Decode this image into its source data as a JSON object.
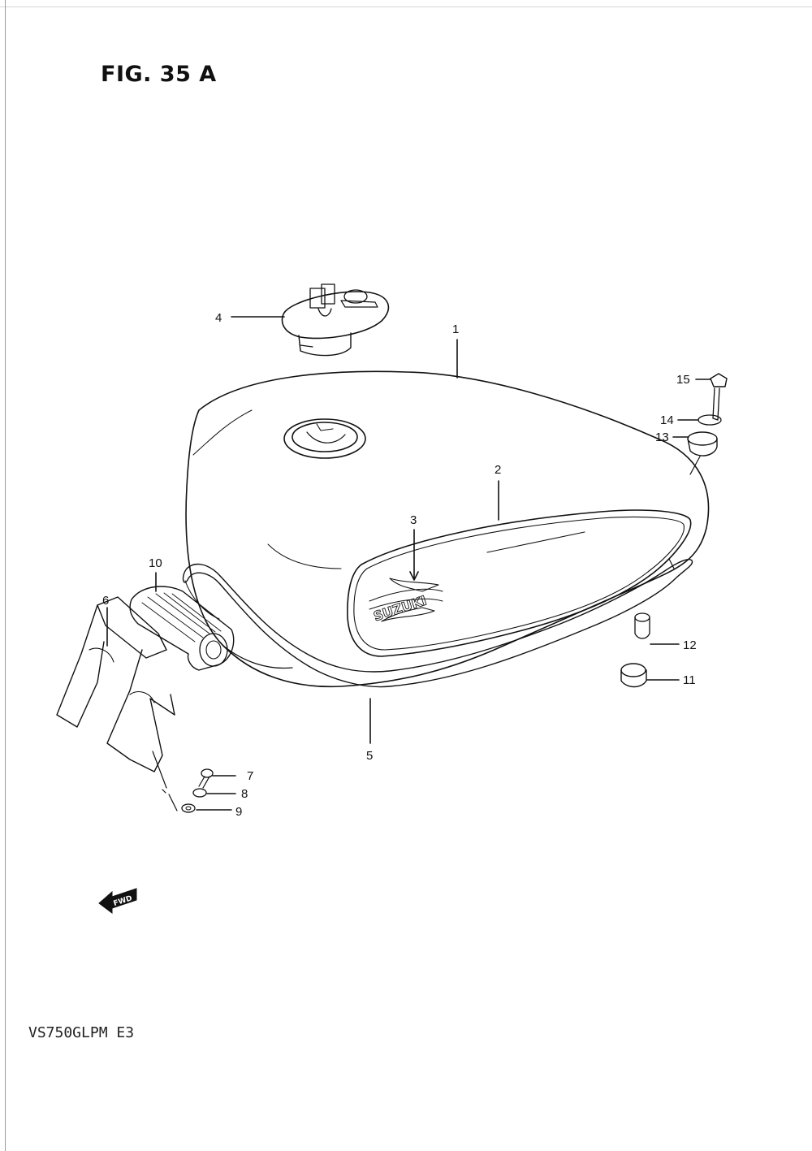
{
  "figure": {
    "title": "FIG. 35 A",
    "model_code": "VS750GLPM  E3"
  },
  "logo": {
    "text": "SUZUKI"
  },
  "fwd_badge": {
    "text": "FWD"
  },
  "callouts": [
    {
      "id": "1",
      "text": "1"
    },
    {
      "id": "2",
      "text": "2"
    },
    {
      "id": "3",
      "text": "3"
    },
    {
      "id": "4",
      "text": "4"
    },
    {
      "id": "5",
      "text": "5"
    },
    {
      "id": "6",
      "text": "6"
    },
    {
      "id": "7",
      "text": "7"
    },
    {
      "id": "8",
      "text": "8"
    },
    {
      "id": "9",
      "text": "9"
    },
    {
      "id": "10",
      "text": "10"
    },
    {
      "id": "11",
      "text": "11"
    },
    {
      "id": "12",
      "text": "12"
    },
    {
      "id": "13",
      "text": "13"
    },
    {
      "id": "14",
      "text": "14"
    },
    {
      "id": "15",
      "text": "15"
    }
  ]
}
